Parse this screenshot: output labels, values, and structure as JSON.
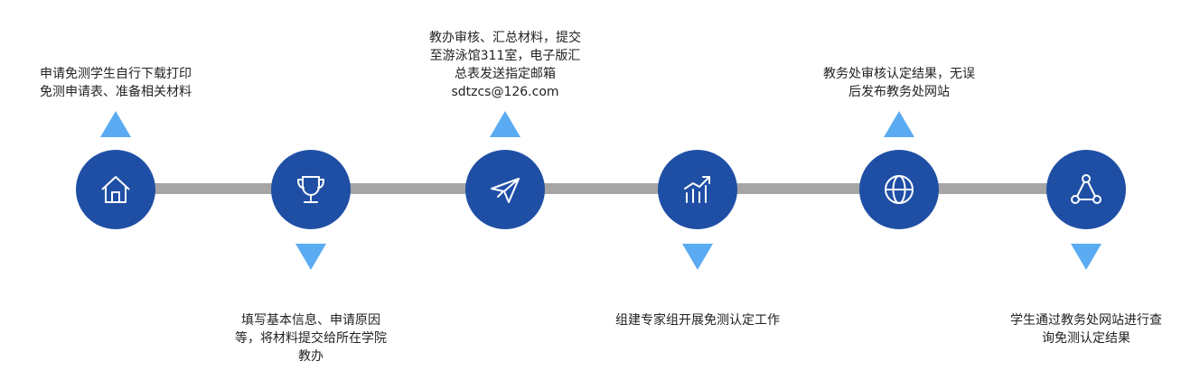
{
  "steps": [
    {
      "icon": "home-icon",
      "lines": [
        "申请免测学生自行下载打印",
        "免测申请表、准备相关材料"
      ]
    },
    {
      "icon": "trophy-icon",
      "lines": [
        "填写基本信息、申请原因",
        "等，将材料提交给所在学院",
        "教办"
      ]
    },
    {
      "icon": "paper-plane-icon",
      "lines": [
        "教办审核、汇总材料，提交",
        "至游泳馆311室，电子版汇",
        "总表发送指定邮箱",
        "sdtzcs@126.com"
      ]
    },
    {
      "icon": "growth-chart-icon",
      "lines": [
        "组建专家组开展免测认定工作"
      ]
    },
    {
      "icon": "globe-icon",
      "lines": [
        "教务处审核认定结果，无误",
        "后发布教务处网站"
      ]
    },
    {
      "icon": "triangle-network-icon",
      "lines": [
        "学生通过教务处网站进行查",
        "询免测认定结果"
      ]
    }
  ],
  "colors": {
    "node": "#1f4fa5",
    "arrow": "#5aabf2",
    "connector": "#a5a5a5",
    "text": "#222222"
  }
}
